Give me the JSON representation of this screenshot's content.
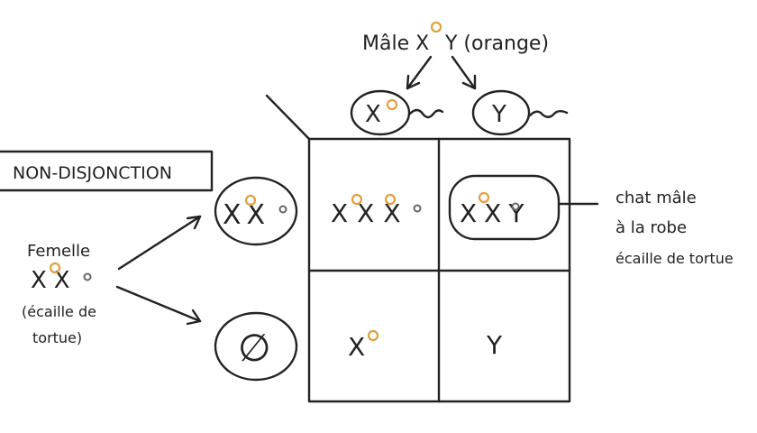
{
  "male": {
    "label_prefix": "Mâle X",
    "label_suffix": "Y (orange)",
    "gamete_1": "X",
    "gamete_2": "Y"
  },
  "badge": "NON-DISJONCTION",
  "female": {
    "line_1": "Femelle",
    "line_2": "XX",
    "line_3": "(écaille de",
    "line_4": "tortue)",
    "gamete_1": "XX",
    "gamete_2": "∅"
  },
  "grid": {
    "cell_11": "XXX",
    "cell_12": "XXY",
    "cell_21": "X",
    "cell_22": "Y"
  },
  "annotation": {
    "line_1": "chat mâle",
    "line_2": "à la robe",
    "line_3": "écaille de tortue"
  },
  "colors": {
    "orange_allele": "#e0a040",
    "black_allele": "#666666",
    "ink": "#222222"
  }
}
